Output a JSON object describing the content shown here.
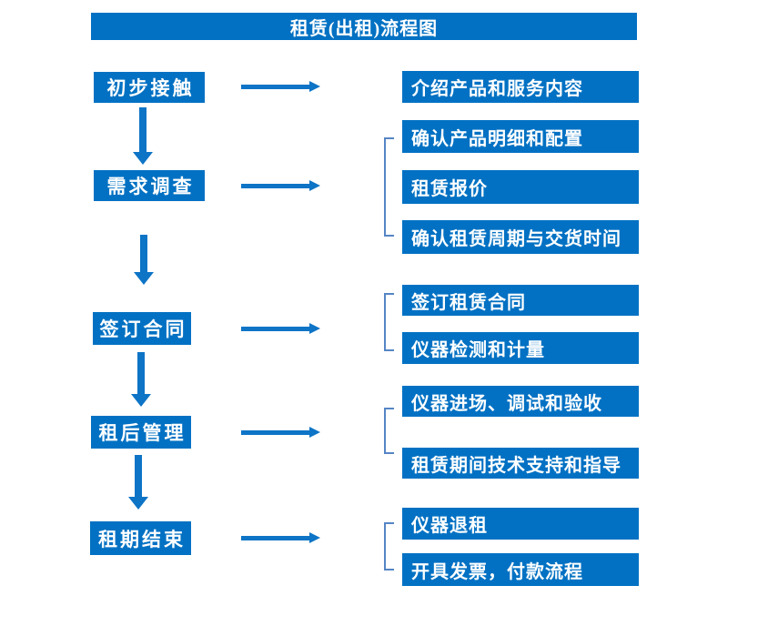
{
  "title": {
    "text": "租赁(出租)流程图"
  },
  "colors": {
    "box_blue": "#0271c3",
    "arrow_blue": "#0d74c6",
    "bracket_blue": "#5585c5",
    "text_white": "#ffffff",
    "background": "#ffffff"
  },
  "stages": [
    {
      "label": "初步接触",
      "outputs": [
        "介绍产品和服务内容"
      ]
    },
    {
      "label": "需求调查",
      "outputs": [
        "确认产品明细和配置",
        "租赁报价",
        "确认租赁周期与交货时间"
      ]
    },
    {
      "label": "签订合同",
      "outputs": [
        "签订租赁合同",
        "仪器检测和计量"
      ]
    },
    {
      "label": "租后管理",
      "outputs": [
        "仪器进场、调试和验收",
        "租赁期间技术支持和指导"
      ]
    },
    {
      "label": "租期结束",
      "outputs": [
        "仪器退租",
        "开具发票，付款流程"
      ]
    }
  ]
}
